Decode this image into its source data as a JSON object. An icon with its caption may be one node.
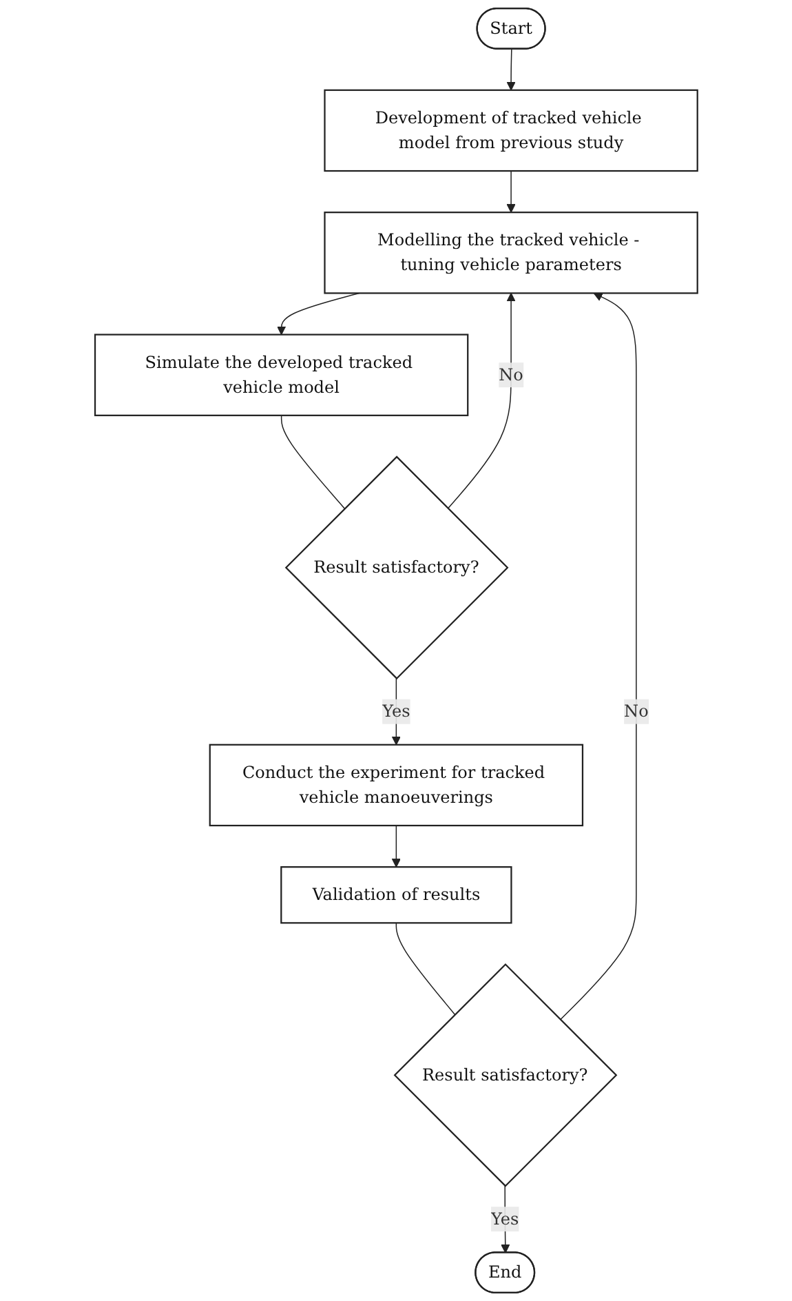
{
  "diagram": {
    "nodes": [
      {
        "text": [
          "Start"
        ]
      },
      {
        "text": [
          "Development of tracked vehicle model from previous study"
        ]
      },
      {
        "text": [
          "Modelling the tracked vehicle - tuning vehicle parameters"
        ]
      },
      {
        "text": [
          "Simulate the developed tracked vehicle model"
        ]
      },
      {
        "text": [
          "Result satisfactory?"
        ]
      },
      {
        "text": [
          "Conduct the experiment for tracked vehicle manoeuverings"
        ]
      },
      {
        "text": [
          "Validation of results"
        ]
      },
      {
        "text": [
          "Result satisfactory?"
        ]
      },
      {
        "text": [
          "End"
        ]
      }
    ],
    "edges": [
      {
        "from": 0,
        "to": 1,
        "arrow": "to"
      },
      {
        "from": 1,
        "to": 2,
        "arrow": "to"
      },
      {
        "from": 2,
        "to": 3,
        "arrow": "to"
      },
      {
        "from": 3,
        "to": 4,
        "arrow": "none"
      },
      {
        "from": 4,
        "to": 2,
        "label": "No",
        "arrow": "to"
      },
      {
        "from": 4,
        "to": 5,
        "label": "Yes",
        "arrow": "to"
      },
      {
        "from": 5,
        "to": 6,
        "arrow": "to"
      },
      {
        "from": 6,
        "to": 7,
        "arrow": "none"
      },
      {
        "from": 7,
        "to": 2,
        "label": "No",
        "arrow": "to"
      },
      {
        "from": 7,
        "to": 8,
        "label": "Yes",
        "arrow": "to"
      }
    ]
  }
}
